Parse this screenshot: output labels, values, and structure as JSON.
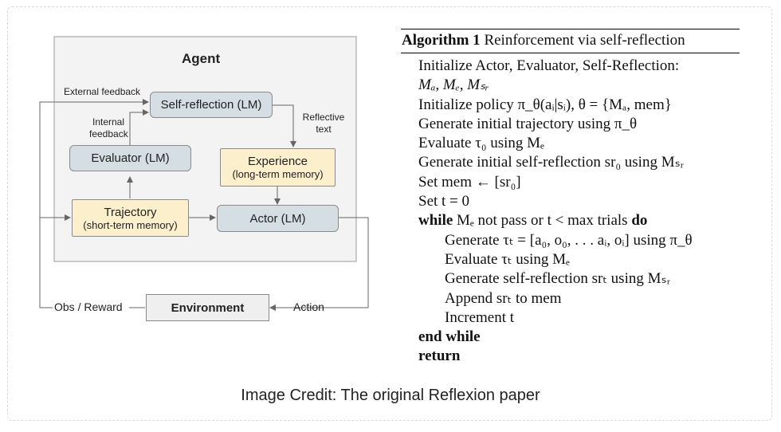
{
  "diagram": {
    "agent_title": "Agent",
    "self_reflection": "Self-reflection (LM)",
    "evaluator": "Evaluator (LM)",
    "experience_line1": "Experience",
    "experience_line2": "(long-term memory)",
    "trajectory_line1": "Trajectory",
    "trajectory_line2": "(short-term memory)",
    "actor": "Actor (LM)",
    "environment": "Environment",
    "external_feedback": "External feedback",
    "internal_feedback_line1": "Internal",
    "internal_feedback_line2": "feedback",
    "reflective_text_line1": "Reflective",
    "reflective_text_line2": "text",
    "obs_reward": "Obs / Reward",
    "action": "Action"
  },
  "algorithm": {
    "title_bold": "Algorithm 1",
    "title_rest": "Reinforcement via self-reflection",
    "lines": [
      "Initialize Actor, Evaluator, Self-Reflection:",
      "Mₐ, Mₑ, Mₛᵣ",
      "Initialize policy π_θ(aᵢ|sᵢ), θ = {Mₐ, mem}",
      "Generate initial trajectory using π_θ",
      "Evaluate τ₀ using Mₑ",
      "Generate initial self-reflection sr₀ using Mₛᵣ",
      "Set mem ← [sr₀]",
      "Set t = 0",
      "Mₑ not pass or t < max trials",
      "Generate τₜ = [a₀, o₀, . . . aᵢ, oᵢ] using π_θ",
      "Evaluate τₜ using Mₑ",
      "Generate self-reflection srₜ using Mₛᵣ",
      "Append srₜ to mem",
      "Increment t",
      "",
      ""
    ],
    "kw_while": "while",
    "kw_do": "do",
    "kw_end_while": "end while",
    "kw_return": "return"
  },
  "caption": "Image Credit: The original Reflexion paper"
}
